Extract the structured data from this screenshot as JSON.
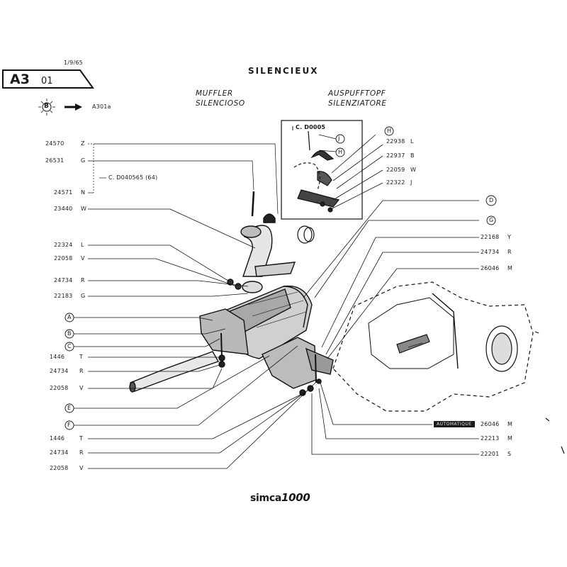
{
  "header": {
    "date": "1/9/65",
    "code": "A3",
    "code_sub": "01",
    "title": "SILENCIEUX",
    "names_left": [
      "MUFFLER",
      "SILENCIOSO"
    ],
    "names_right": [
      "AUSPUFFTOPF",
      "SILENZIATORE"
    ],
    "ref_circle": "B",
    "ref_target": "A301a"
  },
  "notes": {
    "inset": "C. D0005",
    "left": "C. D040565 (64)"
  },
  "inset_refs": [
    "J",
    "H",
    "H"
  ],
  "left_parts": [
    {
      "num": "24570",
      "letter": "Z"
    },
    {
      "num": "26531",
      "letter": "G"
    },
    {
      "num": "24571",
      "letter": "N"
    },
    {
      "num": "23440",
      "letter": "W"
    },
    {
      "num": "22324",
      "letter": "L"
    },
    {
      "num": "22058",
      "letter": "V"
    },
    {
      "num": "24734",
      "letter": "R"
    },
    {
      "num": "22183",
      "letter": "G"
    },
    {
      "circle": "A"
    },
    {
      "circle": "B"
    },
    {
      "circle": "C"
    },
    {
      "num": "1446",
      "letter": "T"
    },
    {
      "num": "24734",
      "letter": "R"
    },
    {
      "num": "22058",
      "letter": "V"
    },
    {
      "circle": "E"
    },
    {
      "circle": "F"
    },
    {
      "num": "1446",
      "letter": "T"
    },
    {
      "num": "24734",
      "letter": "R"
    },
    {
      "num": "22058",
      "letter": "V"
    }
  ],
  "right_parts": [
    {
      "circle": "H"
    },
    {
      "num": "22938",
      "letter": "L"
    },
    {
      "num": "22937",
      "letter": "B"
    },
    {
      "num": "22059",
      "letter": "W"
    },
    {
      "num": "22322",
      "letter": "J"
    },
    {
      "circle": "D"
    },
    {
      "circle": "G"
    },
    {
      "num": "22168",
      "letter": "Y"
    },
    {
      "num": "24734",
      "letter": "R"
    },
    {
      "num": "26046",
      "letter": "M"
    },
    {
      "num": "26046",
      "letter": "M"
    },
    {
      "num": "22213",
      "letter": "M"
    },
    {
      "num": "22201",
      "letter": "S"
    }
  ],
  "badge": "AUTOMATIQUE",
  "footer": {
    "brand": "simca",
    "model": "1000"
  }
}
